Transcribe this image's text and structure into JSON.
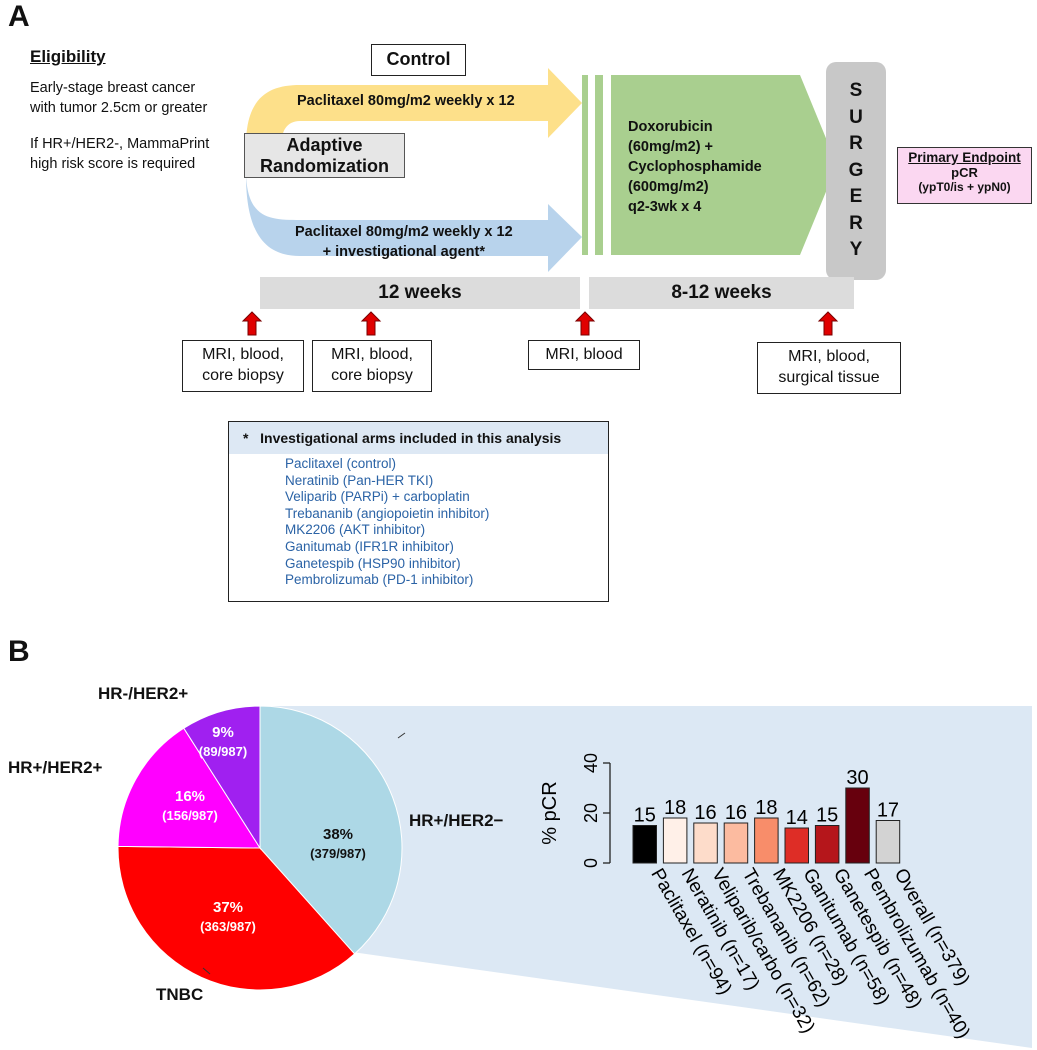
{
  "panel_a": {
    "letter": "A",
    "eligibility": {
      "title": "Eligibility",
      "line1": "Early-stage breast cancer",
      "line2": "with tumor 2.5cm or greater",
      "line3": "If HR+/HER2-, MammaPrint",
      "line4": "high risk score is required"
    },
    "control_label": "Control",
    "randomization": {
      "line1": "Adaptive",
      "line2": "Randomization"
    },
    "arm_control": "Paclitaxel 80mg/m2  weekly x 12",
    "arm_investigational": {
      "line1": "Paclitaxel 80mg/m2 weekly x 12",
      "line2": "+  investigational agent*"
    },
    "ac_regimen": {
      "line1": "Doxorubicin",
      "line2": "(60mg/m2) +",
      "line3": "Cyclophosphamide",
      "line4": "(600mg/m2)",
      "line5": "q2-3wk x 4"
    },
    "surgery_letters": [
      "S",
      "U",
      "R",
      "G",
      "E",
      "R",
      "Y"
    ],
    "endpoint": {
      "title": "Primary Endpoint",
      "line1": "pCR",
      "line2": "(ypT0/is + ypN0)"
    },
    "timeline": {
      "first": "12 weeks",
      "second": "8-12 weeks"
    },
    "timepoints": [
      {
        "line1": "MRI, blood,",
        "line2": "core biopsy"
      },
      {
        "line1": "MRI, blood,",
        "line2": "core biopsy"
      },
      {
        "line1": "MRI, blood",
        "line2": ""
      },
      {
        "line1": "MRI, blood,",
        "line2": "surgical tissue"
      }
    ],
    "investigational": {
      "header_star": "*",
      "header": "Investigational arms included in this analysis",
      "items": [
        "Paclitaxel (control)",
        "Neratinib (Pan-HER TKI)",
        "Veliparib (PARPi) + carboplatin",
        "Trebananib (angiopoietin inhibitor)",
        "MK2206 (AKT inhibitor)",
        "Ganitumab (IFR1R inhibitor)",
        "Ganetespib (HSP90 inhibitor)",
        "Pembrolizumab (PD-1 inhibitor)"
      ]
    },
    "colors": {
      "control_arrow": "#fde08a",
      "investigational_arrow": "#b8d3ec",
      "ac_block": "#a9cf8f",
      "surgery": "#c8c8c8",
      "endpoint_bg": "#fbd7f1",
      "marker": "#e00000"
    }
  },
  "panel_b": {
    "letter": "B",
    "pie": {
      "slices": [
        {
          "name": "HR+/HER2−",
          "pct": "38%",
          "frac": "(379/987)",
          "count": 379,
          "color": "#add8e6"
        },
        {
          "name": "TNBC",
          "pct": "37%",
          "frac": "(363/987)",
          "count": 363,
          "color": "#ff0000"
        },
        {
          "name": "HR+/HER2+",
          "pct": "16%",
          "frac": "(156/987)",
          "count": 156,
          "color": "#ff00ff"
        },
        {
          "name": "HR-/HER2+",
          "pct": "9%",
          "frac": "(89/987)",
          "count": 89,
          "color": "#a020f0"
        }
      ],
      "total": 987
    },
    "chart_data": {
      "type": "bar",
      "ylabel": "% pCR",
      "ylim": [
        0,
        40
      ],
      "yticks": [
        0,
        20,
        40
      ],
      "categories": [
        "Paclitaxel (n=94)",
        "Neratinib (n=17)",
        "Veliparib/carbo (n=32)",
        "Trebananib (n=62)",
        "MK2206 (n=28)",
        "Ganitumab (n=58)",
        "Ganetespib (n=48)",
        "Pembrolizumab (n=40)",
        "Overall (n=379)"
      ],
      "values": [
        15,
        18,
        16,
        16,
        18,
        14,
        15,
        30,
        17
      ],
      "colors": [
        "#000000",
        "#fff0e8",
        "#fddcca",
        "#fcbba0",
        "#f88d6a",
        "#de2d26",
        "#b5161b",
        "#67000d",
        "#d3d3d3"
      ]
    }
  }
}
